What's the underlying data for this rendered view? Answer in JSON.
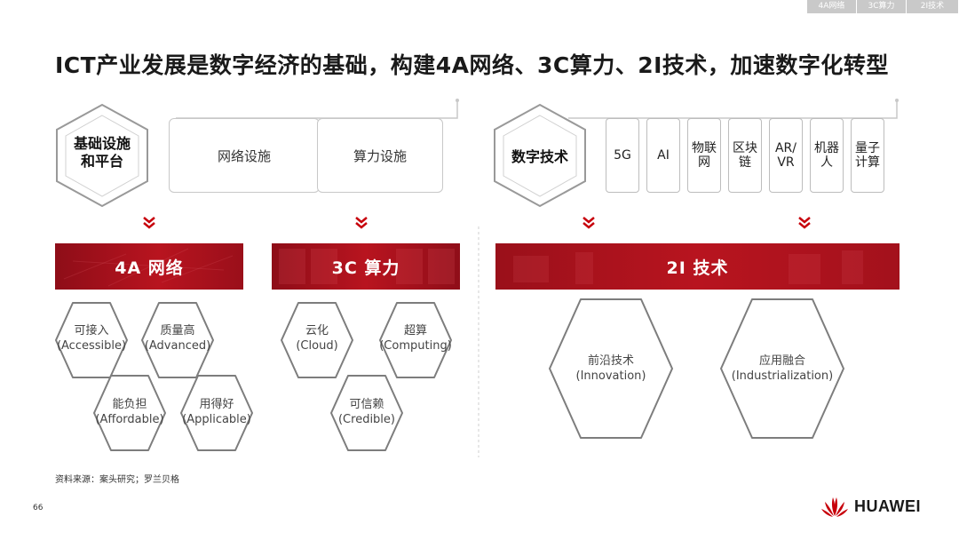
{
  "tabs": [
    "4A网络",
    "3C算力",
    "2I技术"
  ],
  "title": "ICT产业发展是数字经济的基础，构建4A网络、3C算力、2I技术，加速数字化转型",
  "left": {
    "badge_line1": "基础设施",
    "badge_line2": "和平台",
    "cards": [
      "网络设施",
      "算力设施"
    ]
  },
  "right": {
    "badge": "数字技术",
    "boxes": [
      {
        "l1": "5G",
        "l2": ""
      },
      {
        "l1": "AI",
        "l2": ""
      },
      {
        "l1": "物联",
        "l2": "网"
      },
      {
        "l1": "区块",
        "l2": "链"
      },
      {
        "l1": "AR/",
        "l2": "VR"
      },
      {
        "l1": "机器",
        "l2": "人"
      },
      {
        "l1": "量子",
        "l2": "计算"
      }
    ]
  },
  "bands": {
    "network": "4A 网络",
    "compute": "3C 算力",
    "tech": "2I 技术"
  },
  "network_items": [
    {
      "cn": "可接入",
      "en": "(Accessible)"
    },
    {
      "cn": "质量高",
      "en": "(Advanced)"
    },
    {
      "cn": "能负担",
      "en": "(Affordable)"
    },
    {
      "cn": "用得好",
      "en": "(Applicable)"
    }
  ],
  "compute_items": [
    {
      "cn": "云化",
      "en": "(Cloud)"
    },
    {
      "cn": "超算",
      "en": "(Computing)"
    },
    {
      "cn": "可信赖",
      "en": "(Credible)"
    }
  ],
  "tech_items": [
    {
      "cn": "前沿技术",
      "en": "(Innovation)"
    },
    {
      "cn": "应用融合",
      "en": "(Industrialization)"
    }
  ],
  "source": "资料来源：案头研究；罗兰贝格",
  "page_number": "66",
  "brand": "HUAWEI",
  "colors": {
    "accent": "#c7000b",
    "band": "#b3121f",
    "tab": "#c9c9c9"
  }
}
